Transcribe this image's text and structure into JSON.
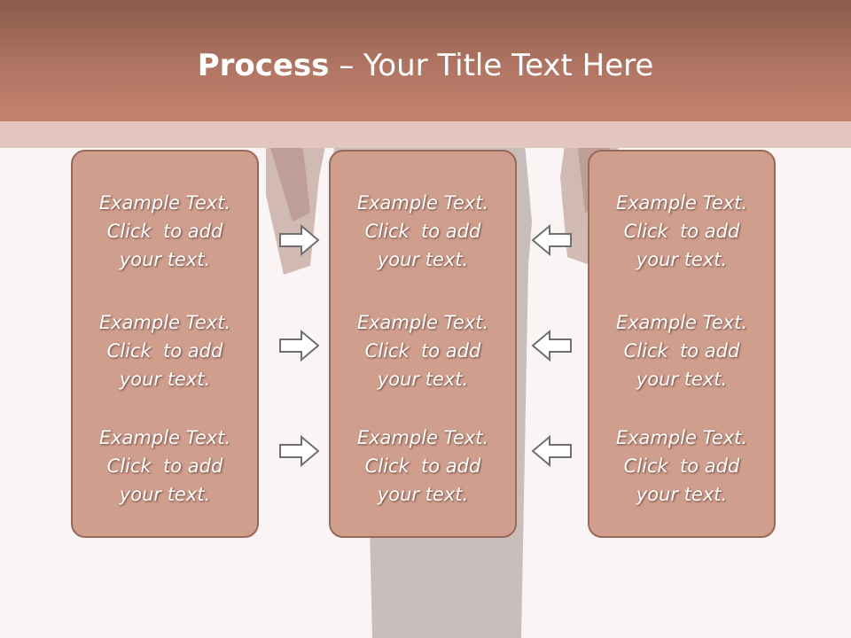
{
  "title": {
    "bold": "Process",
    "rest": " – Your Title Text Here"
  },
  "columns": [
    {
      "blocks": [
        {
          "lines": [
            "Example Text.",
            "Click  to add",
            "your text."
          ]
        },
        {
          "lines": [
            "Example Text.",
            "Click  to add",
            "your text."
          ]
        },
        {
          "lines": [
            "Example Text.",
            "Click  to add",
            "your text."
          ]
        }
      ]
    },
    {
      "blocks": [
        {
          "lines": [
            "Example Text.",
            "Click  to add",
            "your text."
          ]
        },
        {
          "lines": [
            "Example Text.",
            "Click  to add",
            "your text."
          ]
        },
        {
          "lines": [
            "Example Text.",
            "Click  to add",
            "your text."
          ]
        }
      ]
    },
    {
      "blocks": [
        {
          "lines": [
            "Example Text.",
            "Click  to add",
            "your text."
          ]
        },
        {
          "lines": [
            "Example Text.",
            "Click  to add",
            "your text."
          ]
        },
        {
          "lines": [
            "Example Text.",
            "Click  to add",
            "your text."
          ]
        }
      ]
    }
  ],
  "arrows": {
    "left": [
      "arrow-right-icon",
      "arrow-right-icon",
      "arrow-right-icon"
    ],
    "right": [
      "arrow-left-icon",
      "arrow-left-icon",
      "arrow-left-icon"
    ]
  },
  "colors": {
    "title_bar": "#b07563",
    "panel_fill": "#cf9e8d",
    "panel_border": "#9a6758",
    "text": "#ffffff"
  }
}
